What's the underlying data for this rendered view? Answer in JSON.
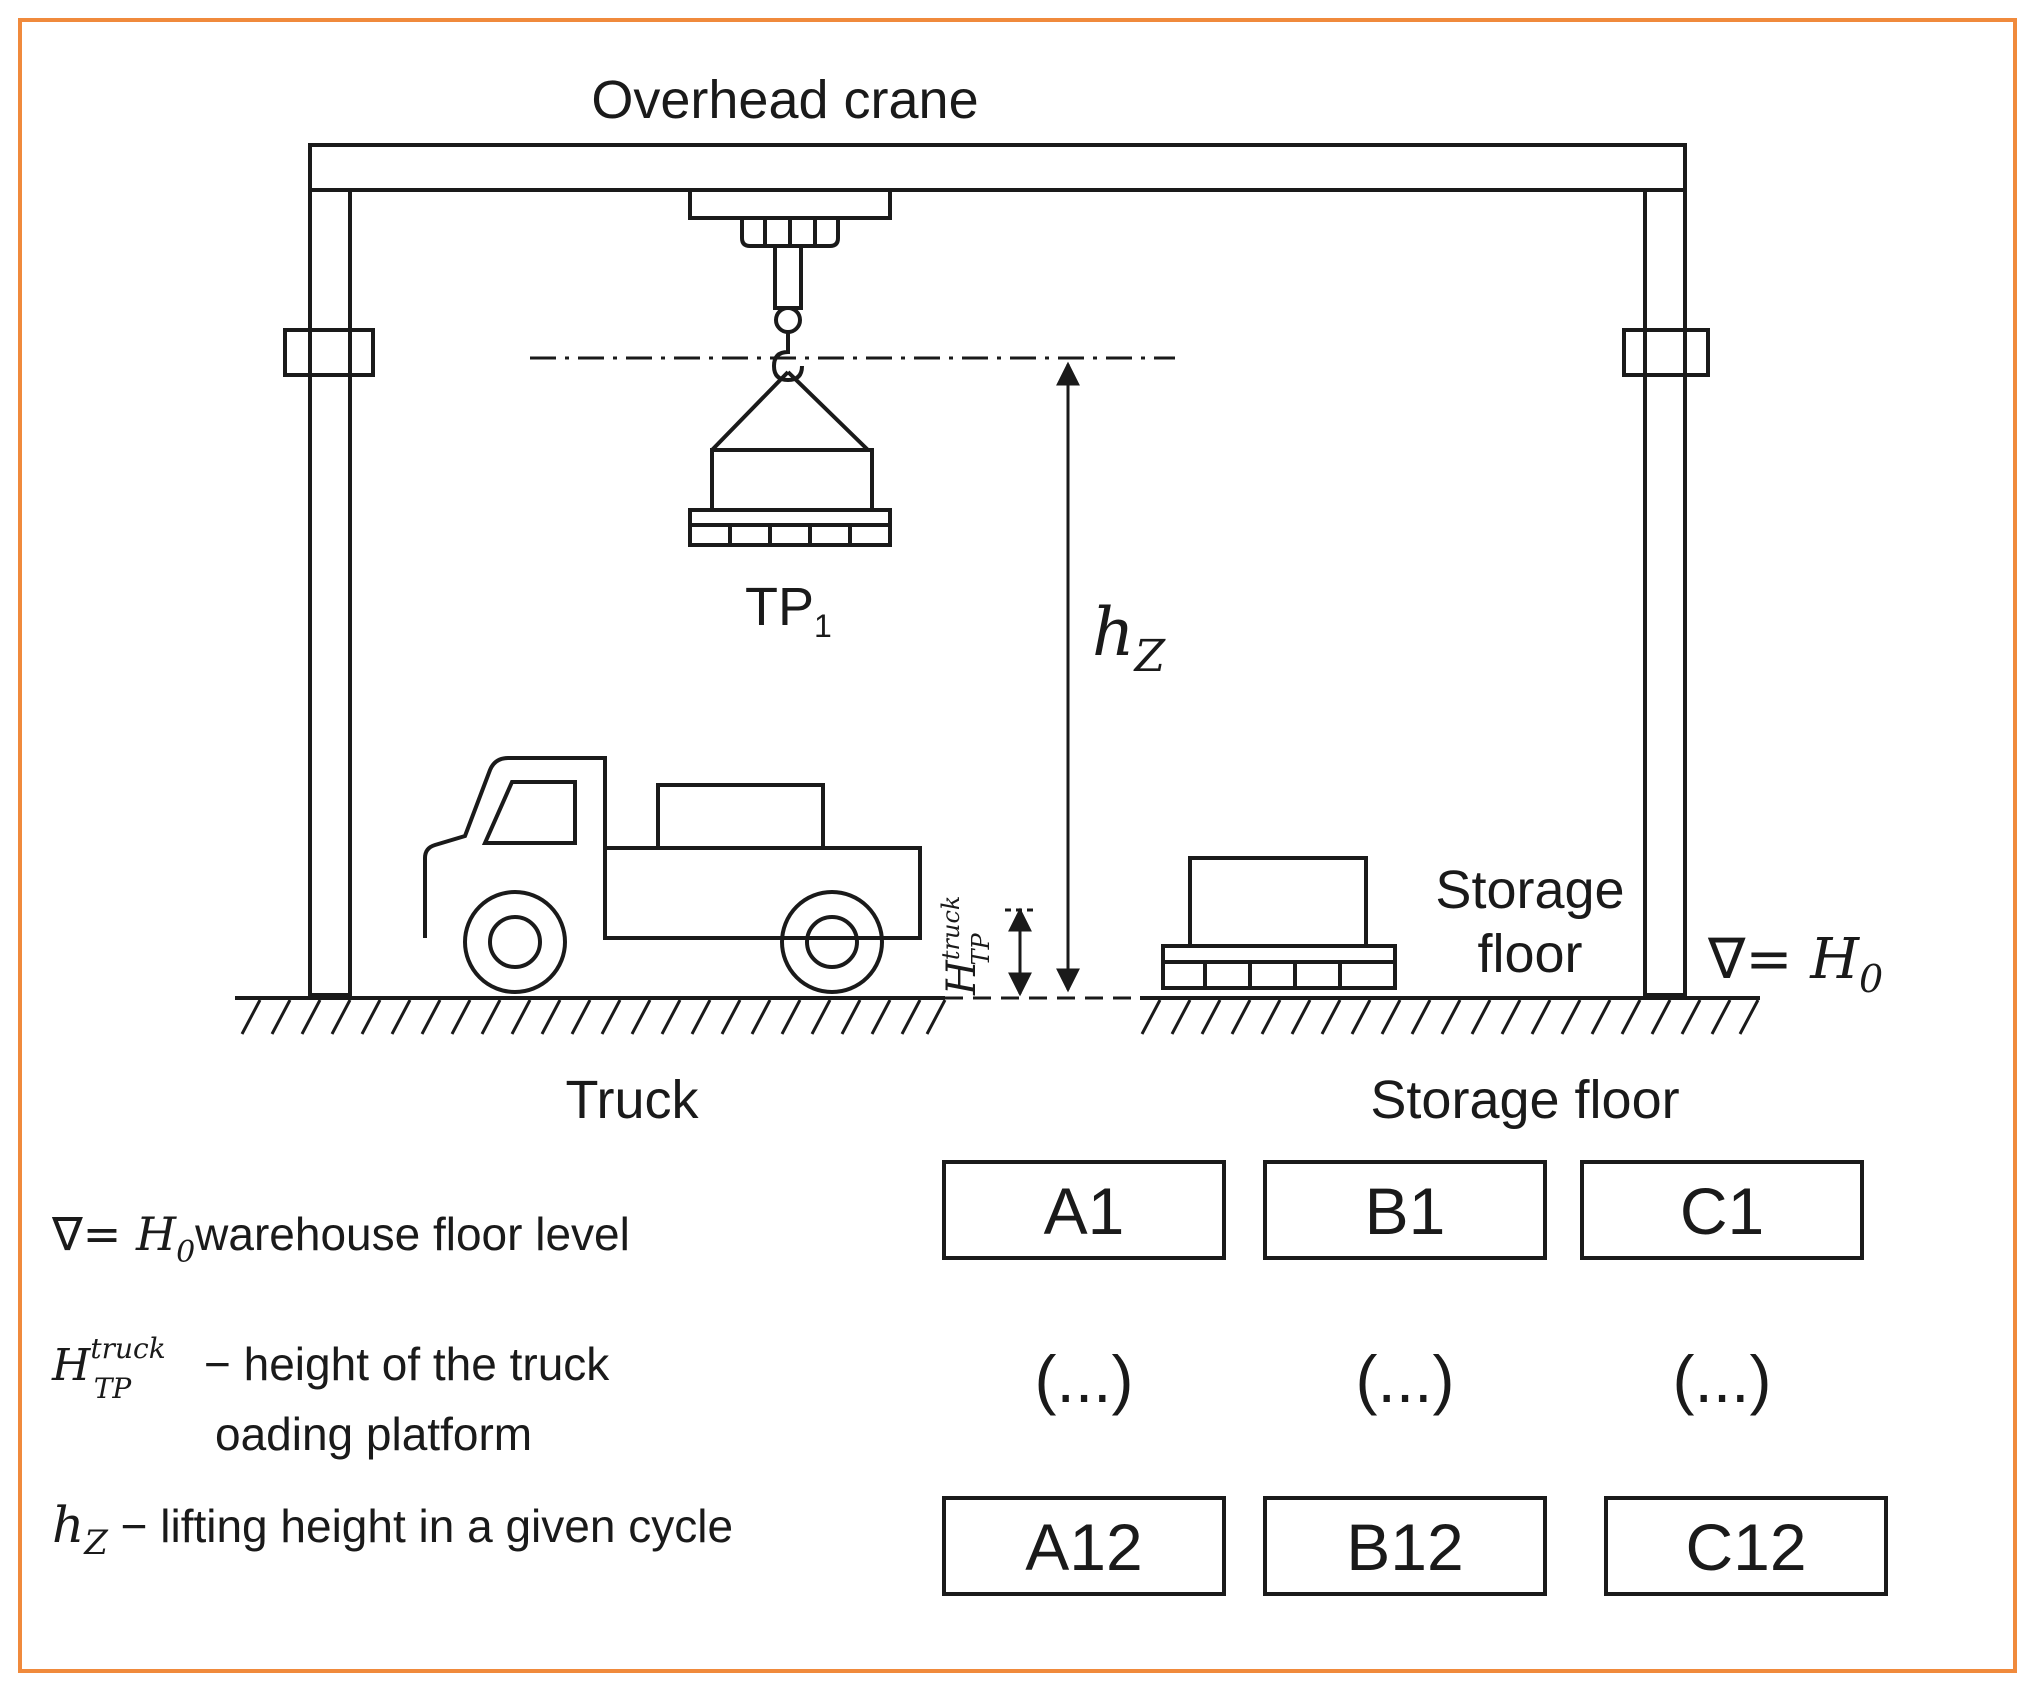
{
  "colors": {
    "frame": "#f08a3c",
    "ink": "#1a1a1a"
  },
  "labels": {
    "overhead_crane": "Overhead crane",
    "tp_main": "TP",
    "tp_sub": "1",
    "hz_main": "h",
    "hz_sub": "Z",
    "truck_caption": "Truck",
    "storage_floor_caption": "Storage floor",
    "storage_floor_top": "Storage",
    "storage_floor_bottom": "floor",
    "h_truck_main": "H",
    "h_truck_sup": "truck",
    "h_truck_sub": "TP",
    "floor_level_sym": "∇= ",
    "floor_level_main": "H",
    "floor_level_sub": "0"
  },
  "legend": {
    "floor_level_sym": "∇= ",
    "floor_level_main": "H",
    "floor_level_sub": "0",
    "floor_level_text": "warehouse floor level",
    "truck_height_main": "H",
    "truck_height_sup": "truck",
    "truck_height_sub": "TP",
    "truck_height_text_1": " − height of the truck",
    "truck_height_text_2": "oading platform",
    "lift_main": "h",
    "lift_sub": "Z",
    "lift_text": " − lifting height in a given cycle"
  },
  "storage_grid": {
    "columns": [
      {
        "top": "A1",
        "middle": "(...)",
        "bottom": "A12"
      },
      {
        "top": "B1",
        "middle": "(...)",
        "bottom": "B12"
      },
      {
        "top": "C1",
        "middle": "(...)",
        "bottom": "C12"
      }
    ]
  }
}
